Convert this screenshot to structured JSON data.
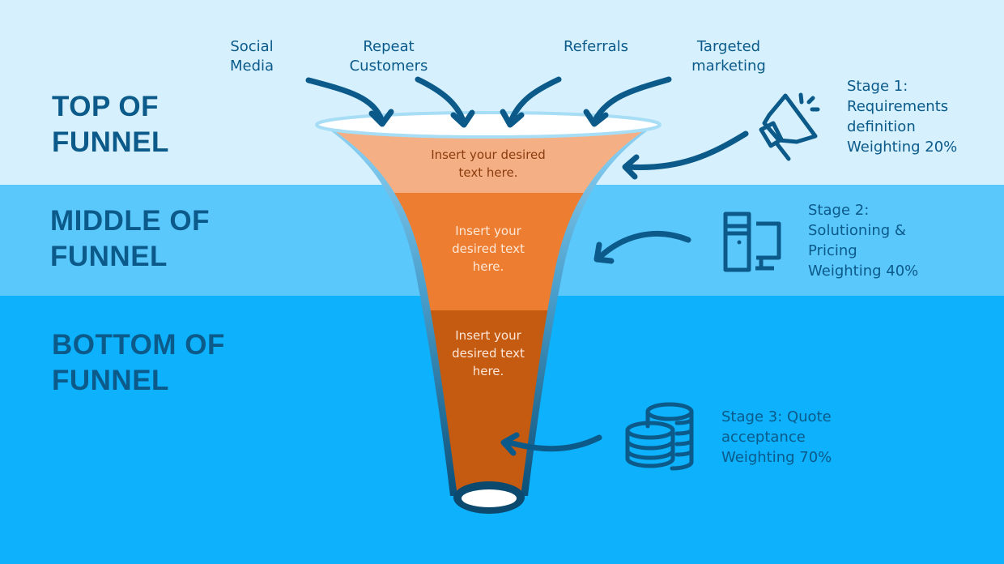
{
  "colors": {
    "band_top": "#d6f1fd",
    "band_middle": "#5bc8fc",
    "band_bottom": "#0db1fc",
    "heading": "#0b5a8a",
    "segment_top": "#f4b084",
    "segment_middle": "#ed7d31",
    "segment_bottom": "#c55a11",
    "arrow": "#0b5a8a"
  },
  "stages": [
    {
      "heading": "TOP OF\nFUNNEL",
      "funnel_text": "Insert your desired\ntext here.",
      "description": "Stage 1:\nRequirements\ndefinition\nWeighting 20%",
      "icon": "megaphone-icon",
      "weighting": 20
    },
    {
      "heading": "MIDDLE OF\nFUNNEL",
      "funnel_text": "Insert your\ndesired text\nhere.",
      "description": "Stage 2:\nSolutioning &\nPricing\nWeighting 40%",
      "icon": "computer-icon",
      "weighting": 40
    },
    {
      "heading": "BOTTOM OF\nFUNNEL",
      "funnel_text": "Insert your\ndesired text\nhere.",
      "description": "Stage 3: Quote\nacceptance\nWeighting 70%",
      "icon": "coins-icon",
      "weighting": 70
    }
  ],
  "sources": [
    {
      "label": "Social\nMedia"
    },
    {
      "label": "Repeat\nCustomers"
    },
    {
      "label": "Referrals"
    },
    {
      "label": "Targeted\nmarketing"
    }
  ]
}
